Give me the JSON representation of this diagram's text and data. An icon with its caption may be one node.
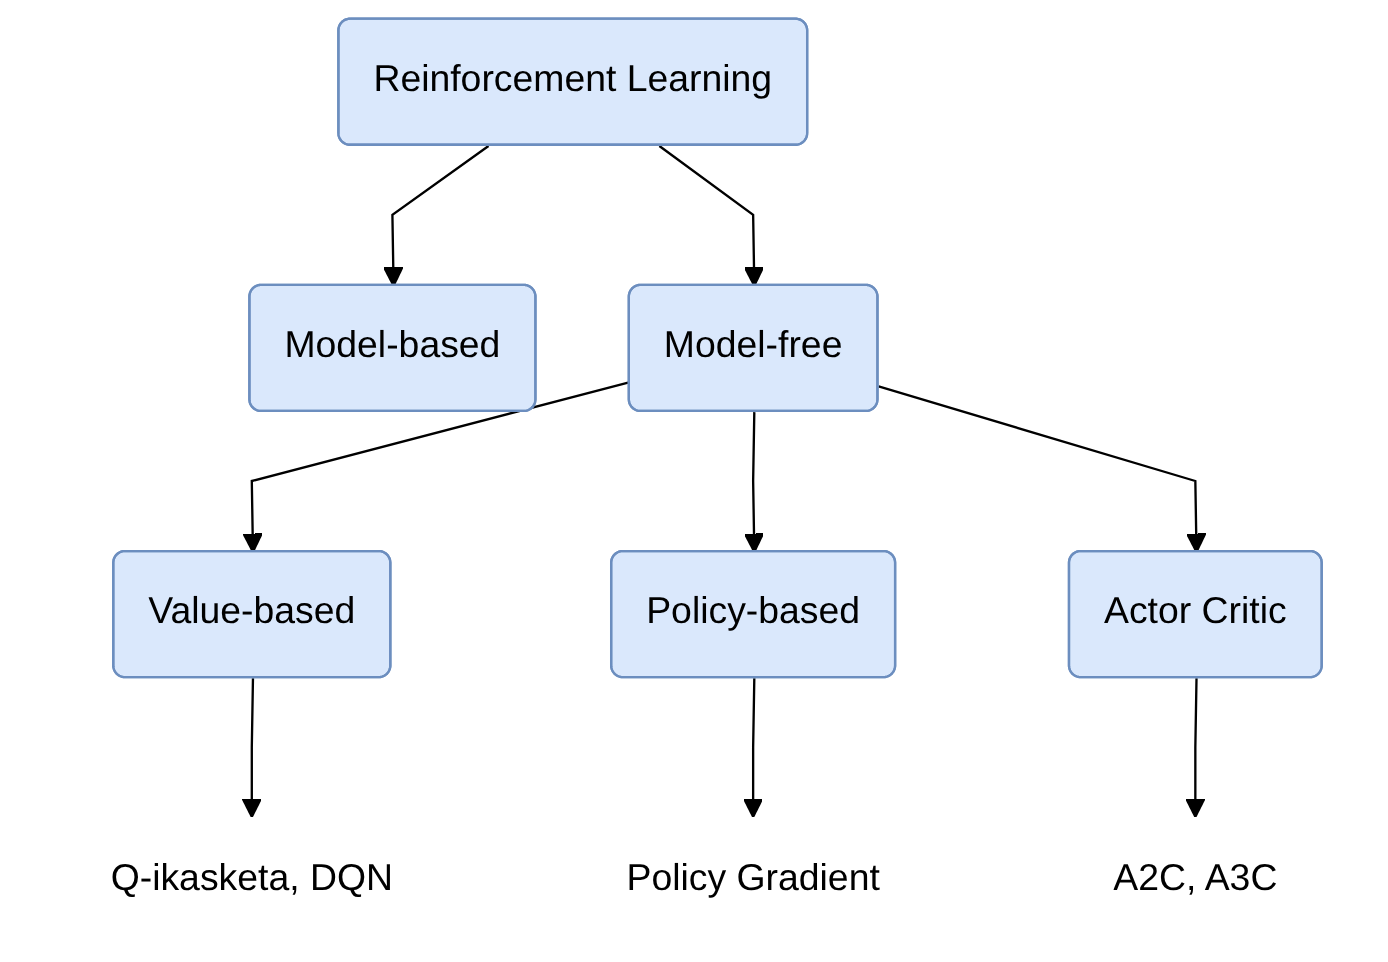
{
  "diagram": {
    "nodes": [
      {
        "text": [
          "Reinforcement Learning"
        ]
      },
      {
        "text": [
          "Model-based"
        ]
      },
      {
        "text": [
          "Model-free"
        ]
      },
      {
        "text": [
          "Value-based"
        ]
      },
      {
        "text": [
          "Policy-based"
        ]
      },
      {
        "text": [
          "Actor Critic"
        ]
      },
      {
        "text": [
          "Q-ikasketa, DQN"
        ]
      },
      {
        "text": [
          "Policy Gradient"
        ]
      },
      {
        "text": [
          "A2C, A3C"
        ]
      }
    ],
    "edges": [
      {
        "from": 0,
        "to": 1,
        "arrow": "to"
      },
      {
        "from": 0,
        "to": 2,
        "arrow": "to"
      },
      {
        "from": 2,
        "to": 3,
        "arrow": "to"
      },
      {
        "from": 2,
        "to": 4,
        "arrow": "to"
      },
      {
        "from": 2,
        "to": 5,
        "arrow": "to"
      },
      {
        "from": 3,
        "to": 6,
        "arrow": "to"
      },
      {
        "from": 4,
        "to": 7,
        "arrow": "to"
      },
      {
        "from": 5,
        "to": 8,
        "arrow": "to"
      }
    ]
  }
}
